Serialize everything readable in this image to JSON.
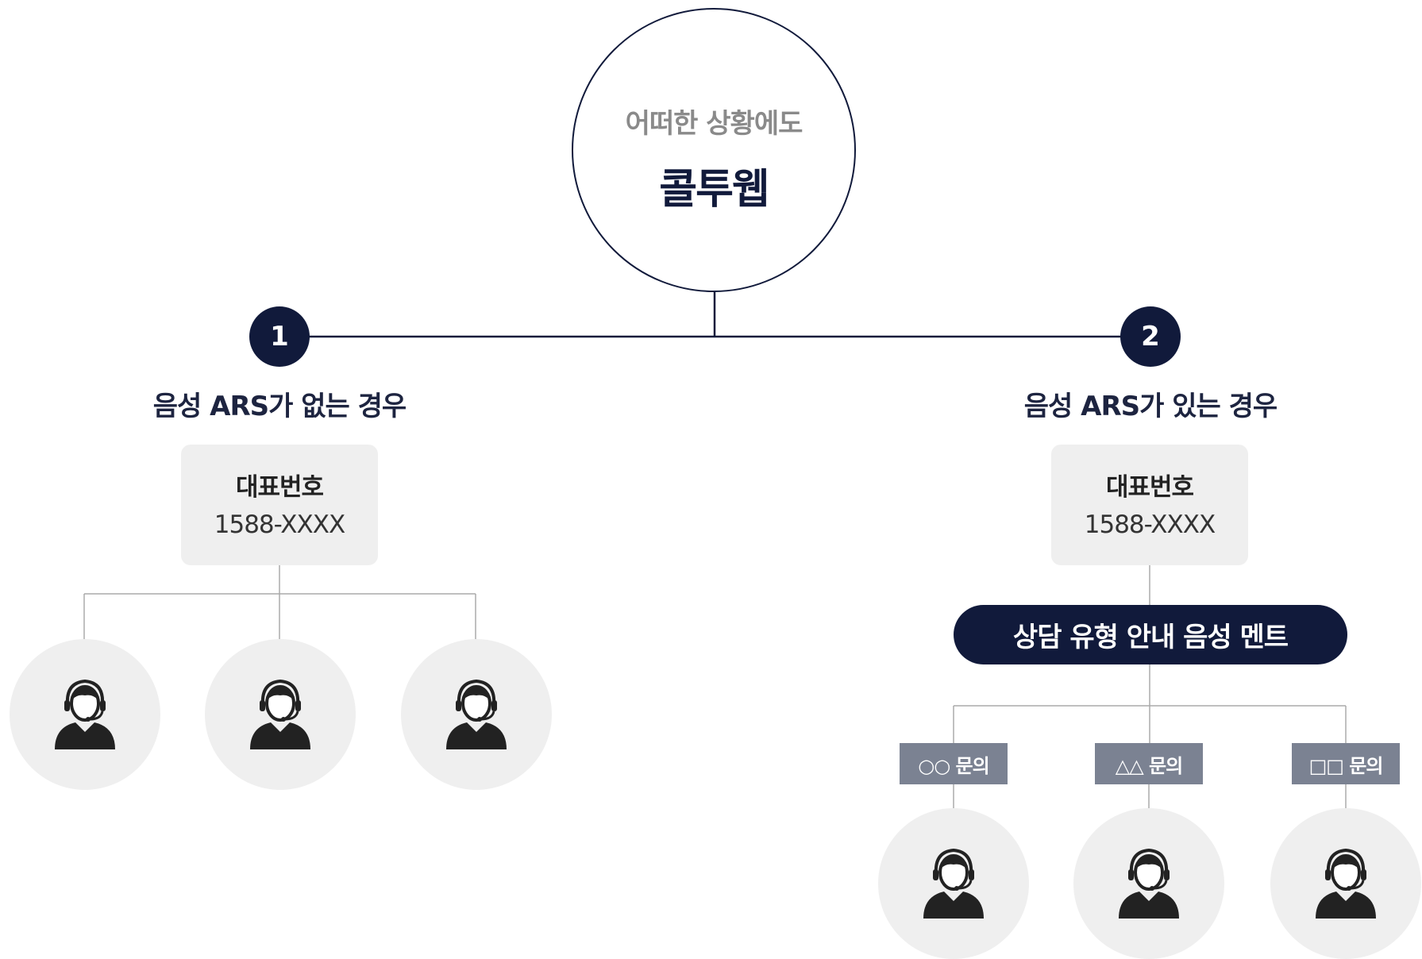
{
  "hero": {
    "subtitle": "어떠한 상황에도",
    "title": "콜투웹"
  },
  "cases": [
    {
      "number": "1",
      "title": "음성 ARS가 없는 경우",
      "card": {
        "label": "대표번호",
        "number": "1588-XXXX"
      },
      "agent_count": 3
    },
    {
      "number": "2",
      "title": "음성 ARS가 있는 경우",
      "card": {
        "label": "대표번호",
        "number": "1588-XXXX"
      },
      "ars_label": "상담 유형 안내 음성 멘트",
      "inquiries": [
        "○○ 문의",
        "△△ 문의",
        "□□ 문의"
      ],
      "agent_count": 3
    }
  ],
  "icons": {
    "agent": "headset-agent-icon"
  },
  "colors": {
    "navy": "#111a3b",
    "card_bg": "#efefef",
    "tag_bg": "#7b8292",
    "line": "#aaaaaa"
  }
}
